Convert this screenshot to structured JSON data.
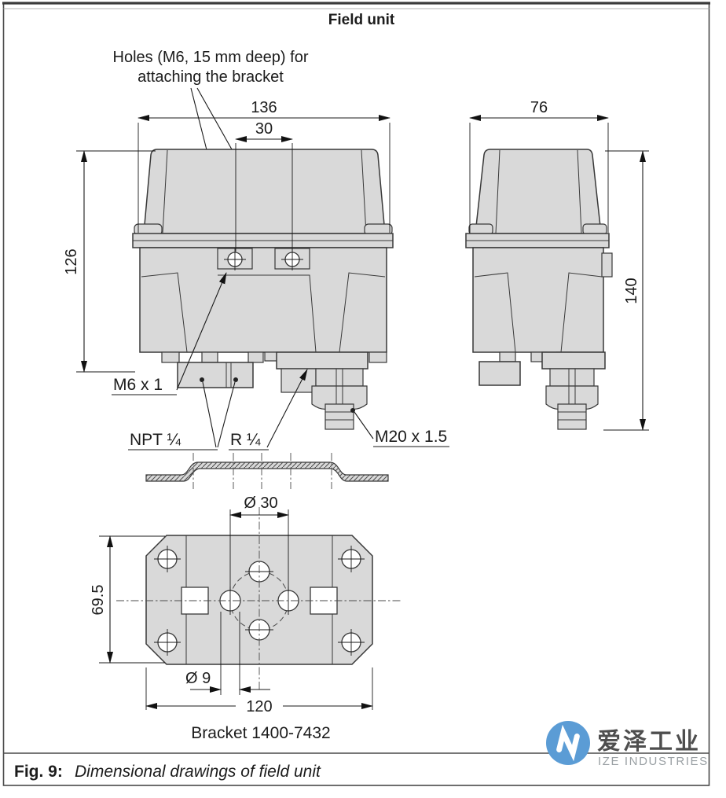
{
  "header": {
    "title": "Field unit"
  },
  "annotation": {
    "line1": "Holes (M6, 15 mm deep) for",
    "line2": "attaching the bracket"
  },
  "dims": {
    "front_width": "136",
    "hole_spacing": "30",
    "front_height": "126",
    "side_width": "76",
    "side_height": "140",
    "bracket_bolt_circle": "Ø 30",
    "bracket_height": "69.5",
    "bracket_hole": "Ø 9",
    "bracket_width": "120"
  },
  "labels": {
    "thread": "M6 x 1",
    "npt": "NPT ¼",
    "r": "R ¼",
    "gland": "M20 x 1.5",
    "bracket_name": "Bracket 1400-7432"
  },
  "caption": {
    "fig": "Fig. 9:",
    "text": "Dimensional drawings of field unit"
  },
  "watermark": {
    "cn": "爱泽工业",
    "en": "IZE INDUSTRIES"
  },
  "colors": {
    "logo_blue": "#5b9cd5",
    "fill_gray": "#d9d9d9",
    "line_dark": "#383838"
  }
}
